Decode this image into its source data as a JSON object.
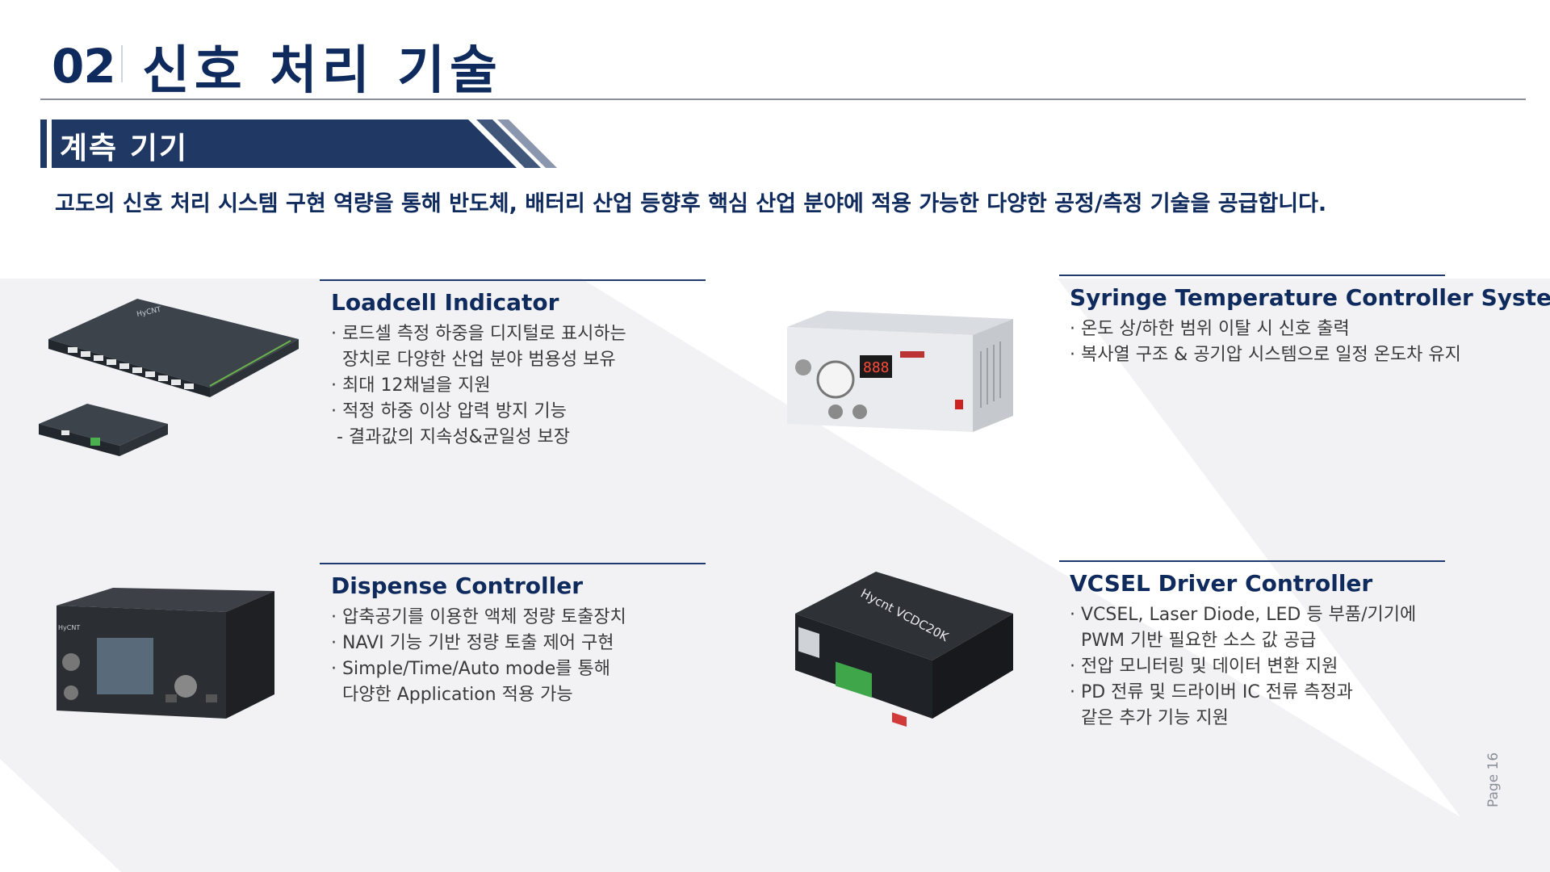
{
  "header": {
    "number": "02",
    "title": "신호 처리 기술"
  },
  "section": {
    "title": "계측 기기"
  },
  "intro": "고도의 신호 처리 시스템 구현 역량을 통해 반도체, 배터리 산업 등향후 핵심 산업 분야에 적용 가능한 다양한 공정/측정 기술을 공급합니다.",
  "cards": {
    "loadcell": {
      "title": "Loadcell Indicator",
      "lines": [
        "· 로드셀 측정 하중을 디지털로 표시하는",
        "  장치로 다양한 산업 분야 범용성 보유",
        "· 최대 12채널을 지원",
        "· 적정 하중 이상 압력 방지 기능",
        " - 결과값의 지속성&균일성 보장"
      ]
    },
    "syringe": {
      "title": "Syringe Temperature Controller System",
      "lines": [
        "· 온도 상/하한 범위 이탈 시 신호 출력",
        "· 복사열 구조 & 공기압 시스템으로 일정 온도차 유지"
      ]
    },
    "dispense": {
      "title": "Dispense Controller",
      "lines": [
        "· 압축공기를 이용한 액체 정량 토출장치",
        "· NAVI 기능 기반 정량 토출 제어 구현",
        "· Simple/Time/Auto mode를 통해",
        "  다양한 Application 적용 가능"
      ]
    },
    "vcsel": {
      "title": "VCSEL Driver Controller",
      "lines": [
        "· VCSEL, Laser Diode, LED 등 부품/기기에",
        "  PWM 기반 필요한 소스 값 공급",
        "· 전압 모니터링 및 데이터 변환 지원",
        "· PD 전류 및 드라이버 IC 전류 측정과",
        "  같은 추가 기능 지원"
      ]
    }
  },
  "devices": {
    "loadcell_brand": "HyCNT",
    "syringe_display": "888",
    "dispense_brand": "HyCNT",
    "vcsel_label": "Hycnt VCDC20K"
  },
  "page": {
    "label": "Page 16"
  },
  "colors": {
    "navy": "#1f3864",
    "title_blue": "#0f2a5c",
    "band": "#f3f3f5"
  }
}
